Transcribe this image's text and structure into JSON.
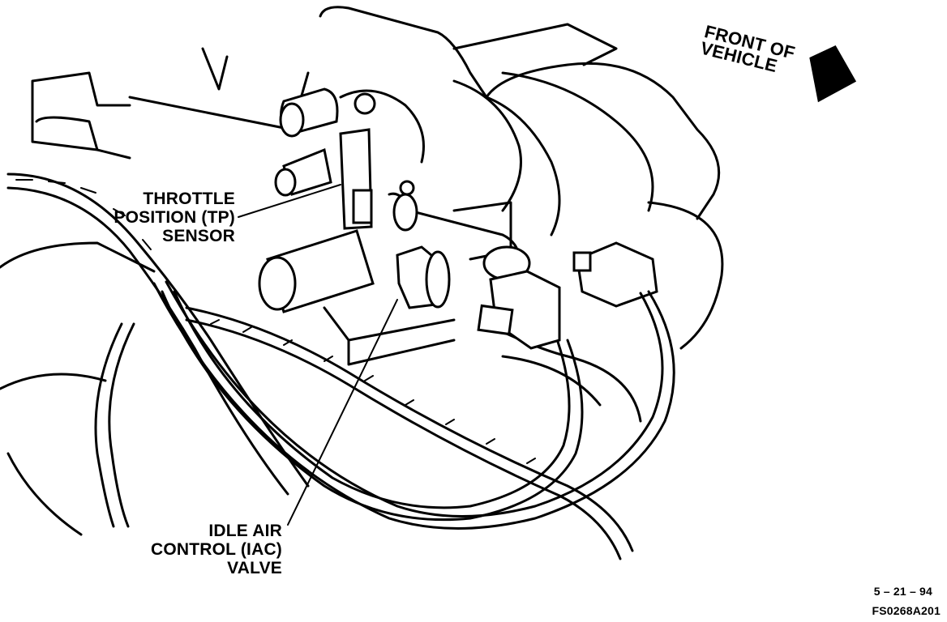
{
  "labels": {
    "tp_sensor": [
      "THROTTLE",
      "POSITION (TP)",
      "SENSOR"
    ],
    "iac_valve": [
      "IDLE AIR",
      "CONTROL (IAC)",
      "VALVE"
    ],
    "front_of_vehicle": [
      "FRONT OF",
      "VEHICLE"
    ]
  },
  "footer": {
    "date": "5 – 21 – 94",
    "figure_code": "FS0268A201"
  },
  "icons": {
    "direction_arrow": "arrow-right-icon"
  },
  "colors": {
    "ink": "#000000",
    "paper": "#ffffff"
  }
}
